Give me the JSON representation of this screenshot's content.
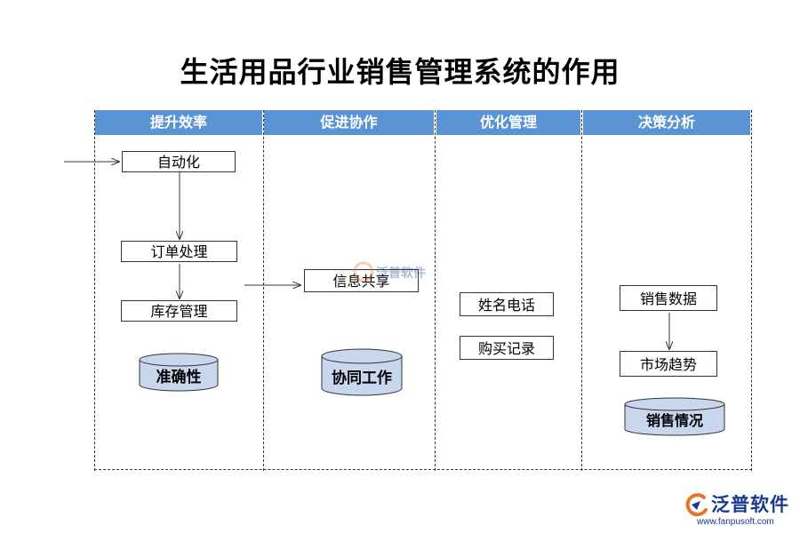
{
  "title": "生活用品行业销售管理系统的作用",
  "colors": {
    "lane_header": "#5b93d3",
    "cylinder_fill": "#c9d7ee",
    "logo": "#1b3a8c",
    "logo_accent": "#e8742a"
  },
  "lanes": [
    {
      "label": "提升效率"
    },
    {
      "label": "促进协作"
    },
    {
      "label": "优化管理"
    },
    {
      "label": "决策分析"
    }
  ],
  "nodes": {
    "automation": "自动化",
    "order_processing": "订单处理",
    "inventory": "库存管理",
    "accuracy": "准确性",
    "info_sharing": "信息共享",
    "collaboration": "协同工作",
    "name_phone": "姓名电话",
    "purchase_records": "购买记录",
    "sales_data": "销售数据",
    "market_trend": "市场趋势",
    "sales_status": "销售情况"
  },
  "logo": {
    "name": "泛普软件",
    "url": "www.fanpusoft.com",
    "watermark_text": "泛普软件",
    "icon": "fanpu-logo-icon"
  }
}
